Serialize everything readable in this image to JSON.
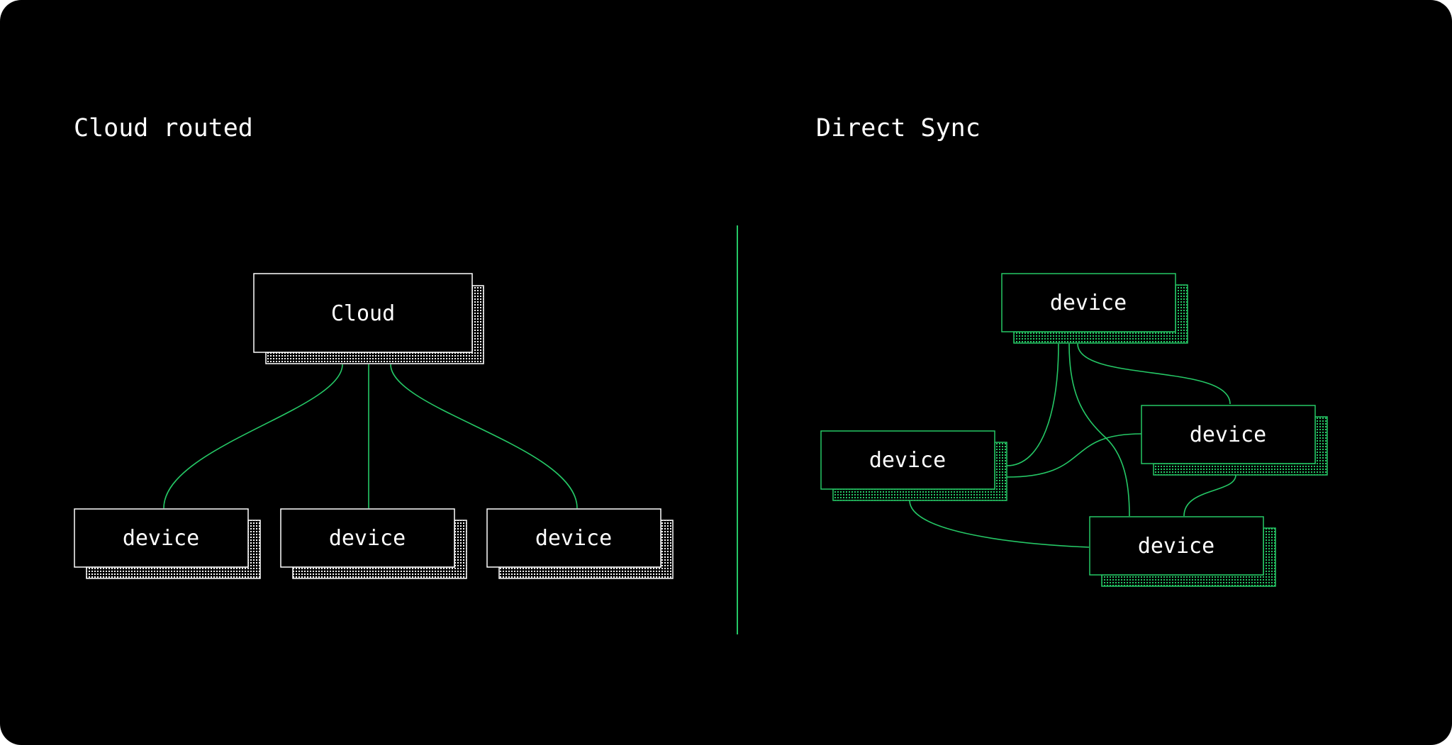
{
  "colors": {
    "background": "#000000",
    "white": "#ffffff",
    "green": "#25c866"
  },
  "left_panel": {
    "title": "Cloud routed",
    "cloud": {
      "label": "Cloud"
    },
    "devices": [
      {
        "label": "device"
      },
      {
        "label": "device"
      },
      {
        "label": "device"
      }
    ]
  },
  "right_panel": {
    "title": "Direct Sync",
    "devices": [
      {
        "label": "device"
      },
      {
        "label": "device"
      },
      {
        "label": "device"
      },
      {
        "label": "device"
      }
    ]
  }
}
